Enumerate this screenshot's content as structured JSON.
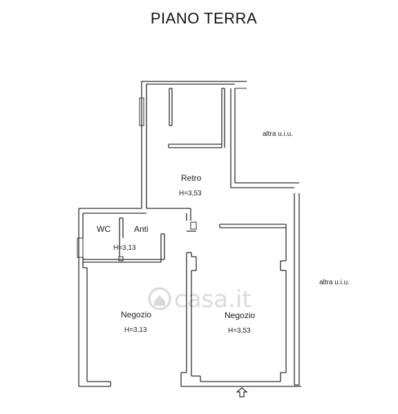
{
  "title": "PIANO TERRA",
  "rooms": {
    "retro": {
      "name": "Retro",
      "height": "H=3,53"
    },
    "wc": {
      "name": "WC"
    },
    "anti": {
      "name": "Anti",
      "height": "H=3,13"
    },
    "negozio_left": {
      "name": "Negozio",
      "height": "H=3,13"
    },
    "negozio_right": {
      "name": "Negozio",
      "height": "H=3,53"
    }
  },
  "neighbors": {
    "top_right": "altra u.i.u.",
    "right": "altra u.i.u."
  },
  "watermark": "casa.it",
  "icons": [
    "entrance-arrow-icon",
    "watermark-logo-icon"
  ]
}
